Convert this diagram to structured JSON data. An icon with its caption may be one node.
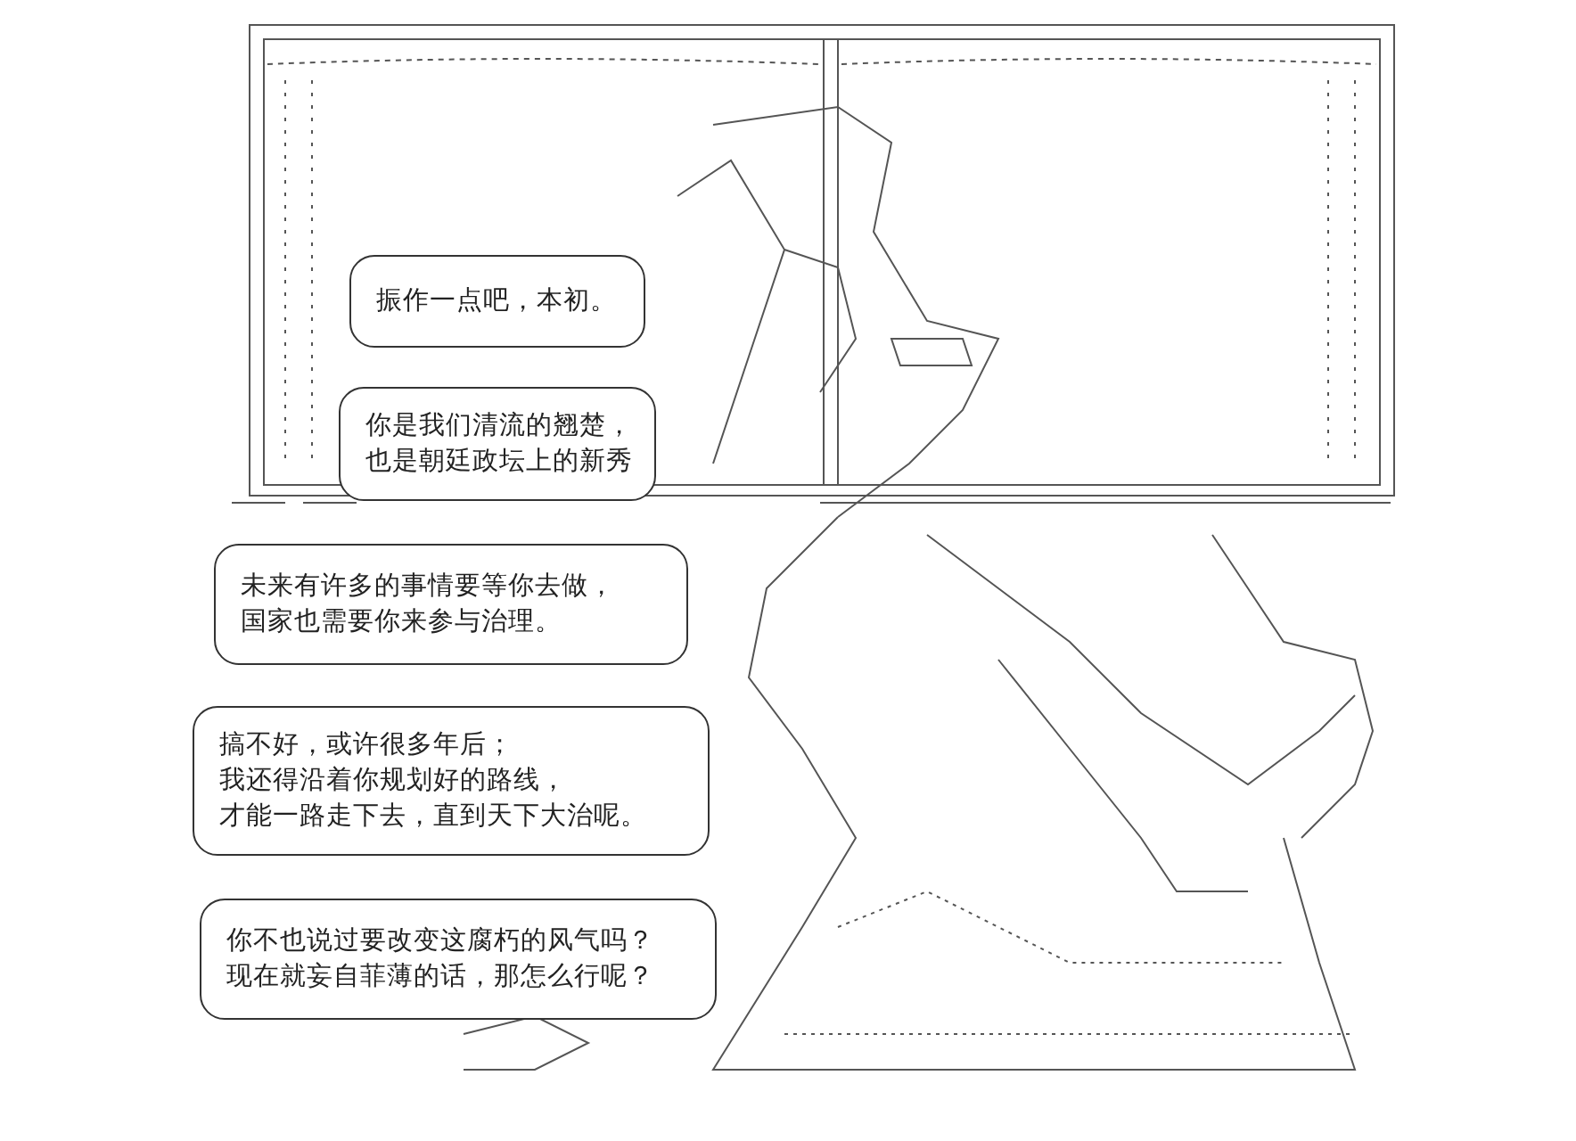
{
  "diagram": {
    "nodes": [
      {
        "text": [
          "振作一点吧，本初。"
        ]
      },
      {
        "text": [
          "你是我们清流的翘楚，",
          "也是朝廷政坛上的新秀"
        ]
      },
      {
        "text": [
          "未来有许多的事情要等你去做，",
          "国家也需要你来参与治理。"
        ]
      },
      {
        "text": [
          "搞不好，或许很多年后；",
          "我还得沿着你规划好的路线，",
          "才能一路走下去，直到天下大治呢。"
        ]
      },
      {
        "text": [
          "你不也说过要改变这腐朽的风气吗？",
          "现在就妄自菲薄的话，那怎么行呢？"
        ]
      }
    ]
  }
}
